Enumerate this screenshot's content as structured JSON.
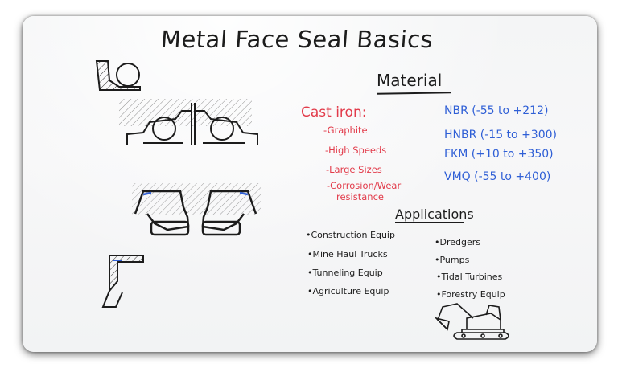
{
  "title": "Metal Face Seal Basics",
  "material": {
    "heading": "Material",
    "cast_iron": {
      "label": "Cast iron:",
      "items": [
        "-Graphite",
        "-High Speeds",
        "-Large Sizes",
        "-Corrosion/Wear",
        "resistance"
      ]
    },
    "elastomers": [
      "NBR (-55 to +212)",
      "HNBR (-15 to +300)",
      "FKM (+10 to +350)",
      "VMQ (-55 to +400)"
    ]
  },
  "applications": {
    "heading": "Applications",
    "left": [
      "•Construction Equip",
      "•Mine Haul Trucks",
      "•Tunneling Equip",
      "•Agriculture Equip"
    ],
    "right": [
      "•Dredgers",
      "•Pumps",
      "•Tidal Turbines",
      "•Forestry Equip"
    ]
  },
  "colors": {
    "red_marker": "#e23b4a",
    "blue_marker": "#2f5fd6",
    "black_marker": "#1c1c1c",
    "board": "#f4f5f6"
  },
  "icons": [
    "seal-cross-section-small",
    "seal-assembly-top",
    "seal-assembly-bottom",
    "l-bracket-seal",
    "excavator"
  ]
}
